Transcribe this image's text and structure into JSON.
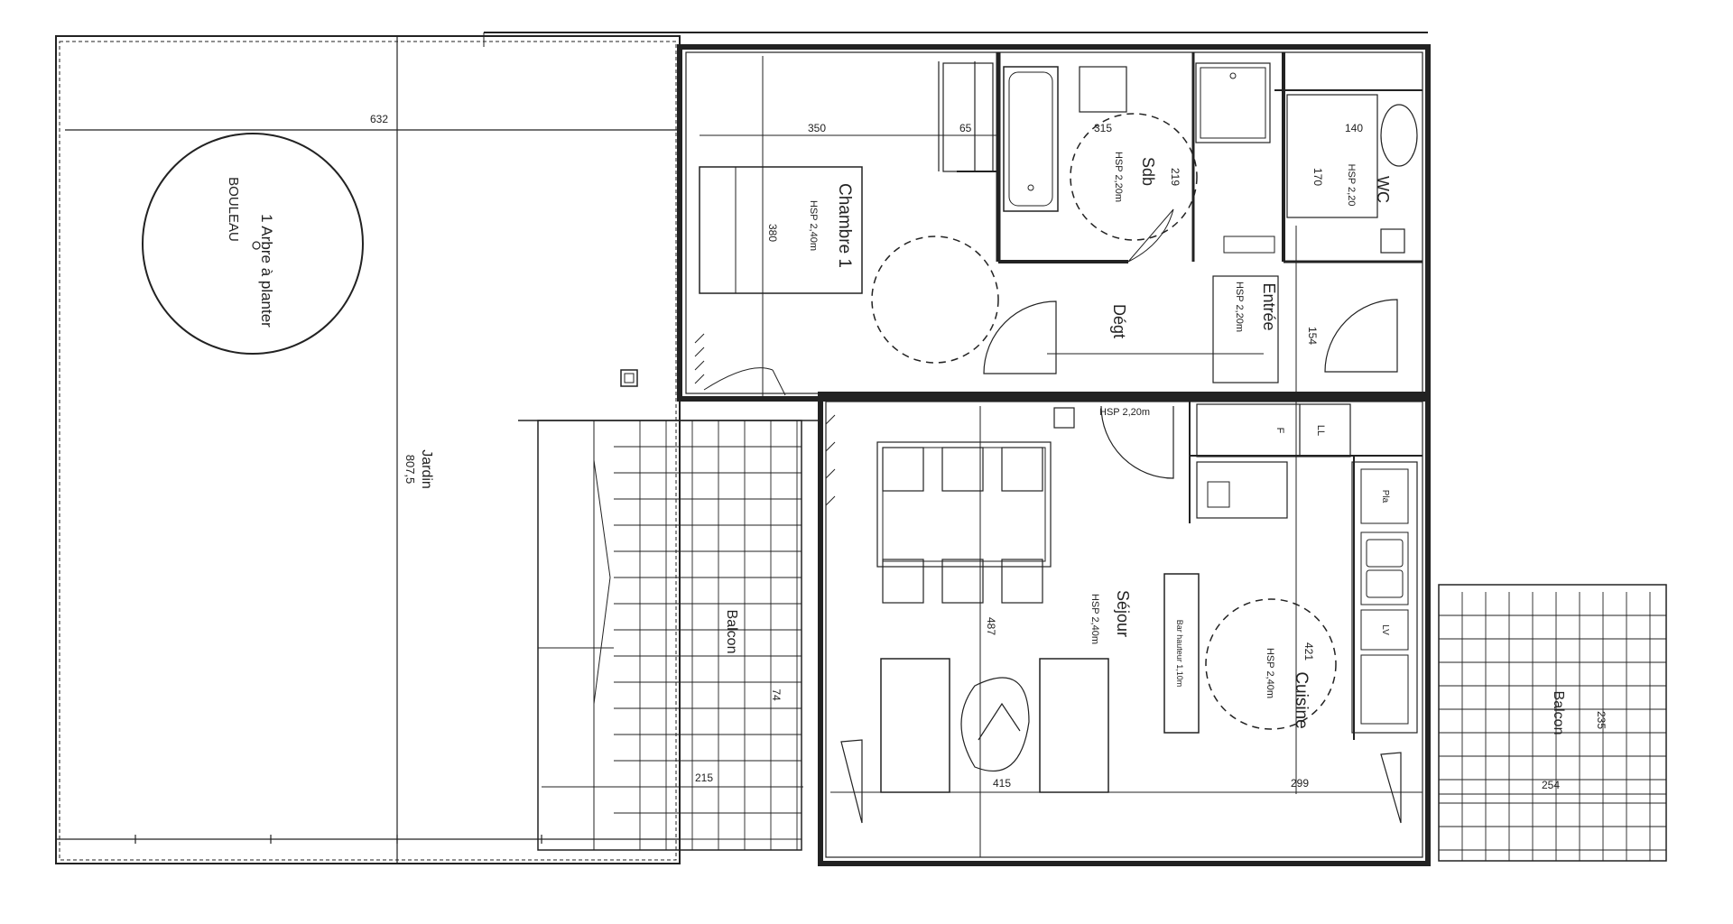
{
  "rooms": {
    "chambre": {
      "name": "Chambre 1",
      "hsp": "HSP 2,40m",
      "dim_w": "350",
      "dim_h": "380",
      "closet": "65"
    },
    "sdb": {
      "name": "Sdb",
      "hsp": "HSP 2,20m",
      "dim_w": "315",
      "dim_h": "219"
    },
    "wc": {
      "name": "WC",
      "hsp": "HSP 2,20",
      "dim_w": "140",
      "dim_h": "170"
    },
    "entree": {
      "name": "Entrée",
      "hsp": "HSP 2,20m",
      "dim": "154"
    },
    "degt": {
      "name": "Dégt",
      "hsp": "HSP 2,20m"
    },
    "sejour": {
      "name": "Séjour",
      "hsp": "HSP 2,40m",
      "dim_h": "487",
      "dim_w": "415"
    },
    "cuisine": {
      "name": "Cuisine",
      "hsp": "HSP 2,40m",
      "dim_h": "421",
      "dim_w": "299"
    },
    "jardin": {
      "name": "Jardin",
      "area": "807,5",
      "dim": "632",
      "tree_text_1": "1 Arbre à planter",
      "tree_text_2": "BOULEAU"
    },
    "terrasse_left": {
      "name": "Balcon",
      "dim_w": "215",
      "dim_h": "74"
    },
    "balcon_right": {
      "name": "Balcon",
      "dim_w": "254",
      "dim_h": "235"
    }
  },
  "annotations": {
    "bar": "Bar hauteur 1,10m",
    "fridge": "F",
    "appliance": "LL",
    "hob": "Pla",
    "lv": "LV"
  }
}
